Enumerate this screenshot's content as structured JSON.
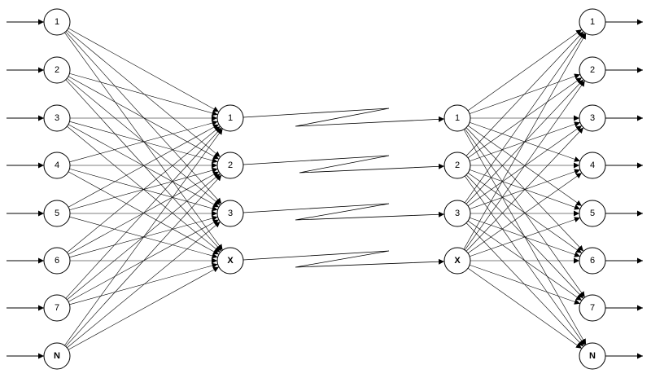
{
  "colors": {
    "line": "#000000",
    "node_fill": "#ffffff",
    "background": "#ffffff"
  },
  "input_layer": [
    "1",
    "2",
    "3",
    "4",
    "5",
    "6",
    "7",
    "N"
  ],
  "encoder_layer": [
    "1",
    "2",
    "3",
    "X"
  ],
  "decoder_layer": [
    "1",
    "2",
    "3",
    "X"
  ],
  "output_layer": [
    "1",
    "2",
    "3",
    "4",
    "5",
    "6",
    "7",
    "N"
  ]
}
